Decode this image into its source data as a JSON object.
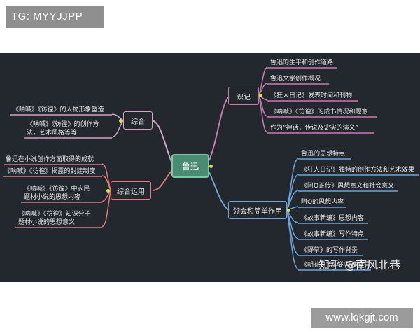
{
  "watermark_top": "TG: MYYJJPP",
  "watermark_zhihu": "知乎 @南风北巷",
  "watermark_url": "www.lqkgjt.com",
  "root": "鲁迅",
  "branches": {
    "shiji": {
      "label": "识记",
      "items": [
        "鲁迅的生平和创作道路",
        "鲁迅文学创作概况",
        "《狂人日记》发表时间和刊物",
        "《呐喊》《彷徨》的成书情况和题意",
        "作为“神话，传说及史实的演义”"
      ]
    },
    "lingjian": {
      "label": "领会和简单作用",
      "items": [
        "鲁迅的思想特点",
        "《狂人日记》独特的创作方法和艺术效果",
        "《阿Q正传》思想意义和社会意义",
        "阿Q的思想内容",
        "《故事新编》思想内容",
        "《故事新编》写作特点",
        "《野草》的写作背景",
        "《朝花夕拾》的写作背景"
      ]
    },
    "zonghe": {
      "label": "综合",
      "items": [
        "《呐喊》《彷徨》的人物形象塑造",
        "《呐喊》《彷徨》的创作方",
        "法，艺术风格等等"
      ]
    },
    "zonghe_yunyong": {
      "label": "综合运用",
      "items": [
        "鲁迅在小说创作方面取得的成就",
        "《呐喊》《彷徨》揭露的封建制度",
        "《呐喊》《彷徨》中农民",
        "题材小说的思想内容",
        "《呐喊》《彷徨》知识分子",
        "题材小说的思想意义"
      ]
    }
  },
  "colors": {
    "background": "#23272e",
    "root_fill": "#4a8c72",
    "shiji": "#c77bb0",
    "lingjian": "#6fa3d6",
    "zonghe": "#d4a0c7",
    "zonghe_yunyong": "#e07b7b",
    "dot": "#d9e24a"
  }
}
